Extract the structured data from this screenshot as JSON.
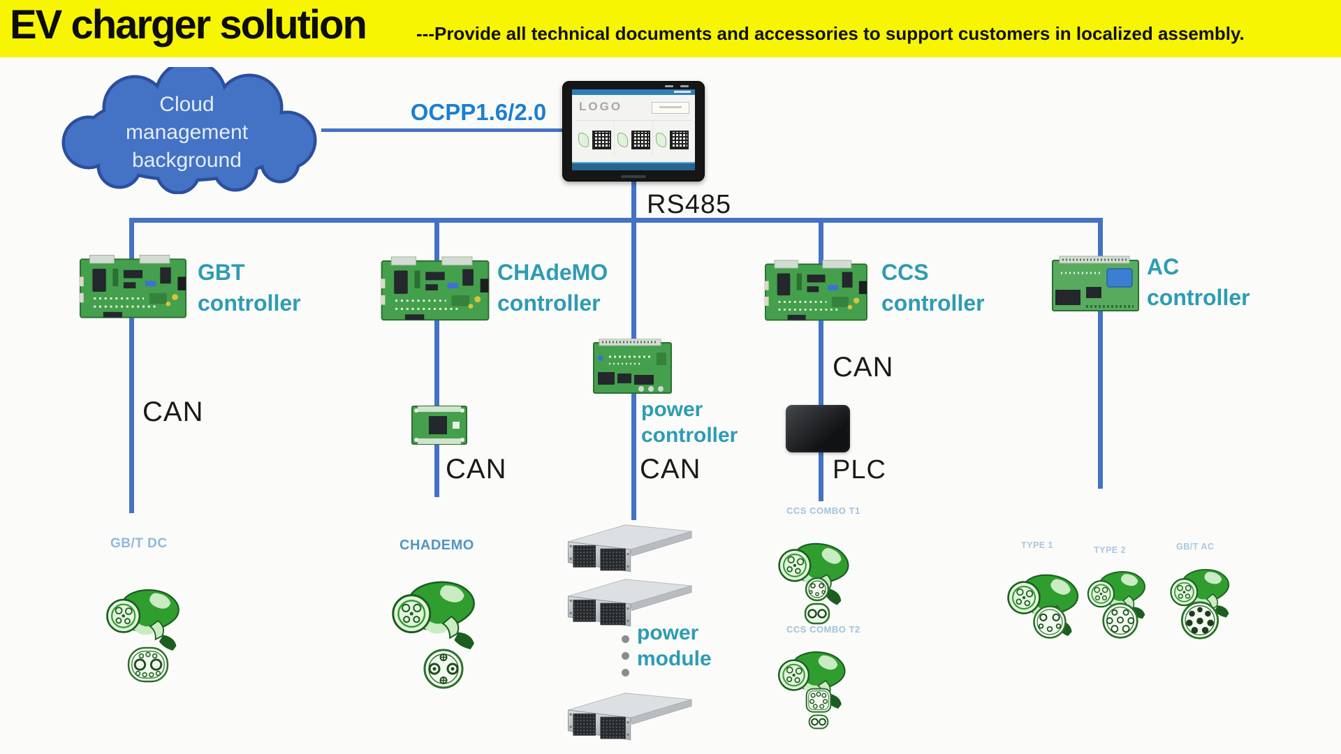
{
  "header": {
    "title": "EV charger solution",
    "subtitle": "---Provide all technical documents and accessories to support customers in localized assembly."
  },
  "cloud": {
    "line1": "Cloud",
    "line2": "management",
    "line3": "background"
  },
  "protocols": {
    "ocpp": "OCPP1.6/2.0",
    "rs485": "RS485",
    "can_gbt": "CAN",
    "can_chademo": "CAN",
    "can_power": "CAN",
    "can_ccs": "CAN",
    "plc": "PLC"
  },
  "hmi": {
    "logo": "LOGO"
  },
  "controllers": {
    "gbt": {
      "line1": "GBT",
      "line2": "controller"
    },
    "chademo": {
      "line1": "CHAdeMO",
      "line2": "controller"
    },
    "ccs": {
      "line1": "CCS",
      "line2": "controller"
    },
    "ac": {
      "line1": "AC",
      "line2": "controller"
    },
    "power": {
      "line1": "power",
      "line2": "controller"
    }
  },
  "power_module": {
    "line1": "power",
    "line2": "module"
  },
  "connectors": {
    "gbt_dc": "GB/T DC",
    "chademo": "CHADEMO",
    "ccs_combo_t1": "CCS COMBO T1",
    "ccs_combo_t2": "CCS COMBO T2",
    "type1": "TYPE 1",
    "type2": "TYPE 2",
    "gbt_ac": "GB/T AC"
  },
  "images": {
    "cloud": "cloud-shape",
    "hmi": "touchscreen-display",
    "controller_board": "green-pcb",
    "adapter_board": "small-green-pcb",
    "plc": "black-plc-module",
    "power_module": "rack-power-module",
    "charging_gun": "green-ev-charging-gun",
    "sockets": [
      "gbt-dc-socket",
      "chademo-socket",
      "ccs-combo1-socket",
      "ccs-combo2-socket",
      "type1-socket",
      "type2-socket",
      "gbt-ac-socket"
    ]
  },
  "colors": {
    "banner_bg": "#f7f500",
    "diagram_line": "#4472c4",
    "cloud_fill": "#4472c4",
    "cloud_stroke": "#2b4f9e",
    "teal_label": "#2d9cb3",
    "ocpp_blue": "#1c7fd2",
    "light_blue_label": "#8fb8dc",
    "gun_green": "#2f9e2f"
  }
}
